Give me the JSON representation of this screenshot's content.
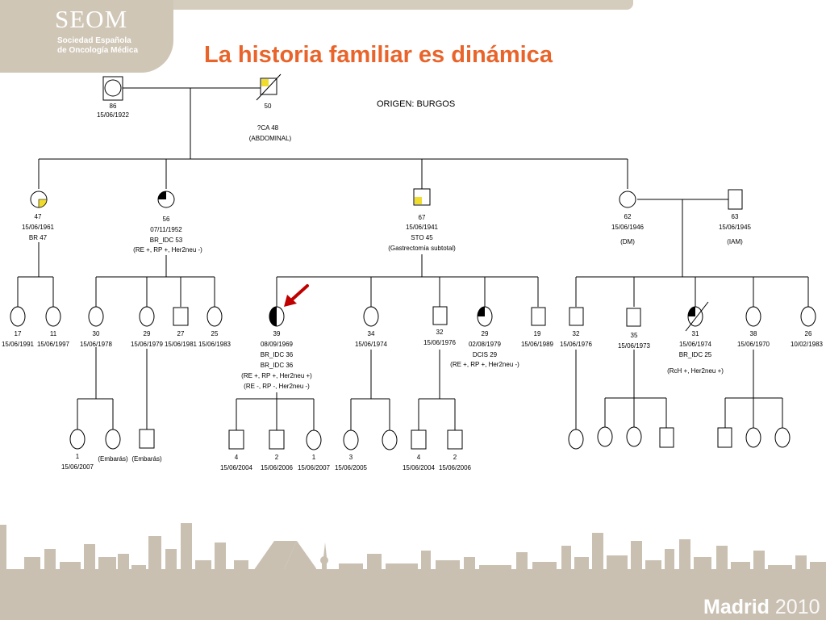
{
  "logo": {
    "name": "SEOM",
    "line1": "Sociedad Española",
    "line2": "de Oncología Médica"
  },
  "title": "La  historia familiar es dinámica",
  "footer": {
    "city": "Madrid",
    "year": "2010"
  },
  "colors": {
    "title": "#e9642a",
    "logo_bg": "#cfc6b6",
    "skyline": "#c9c0b2",
    "affected_yellow": "#f0dc2c",
    "affected_black": "#000000",
    "proband_arrow": "#c00000"
  },
  "pedigree": {
    "origin": "ORIGEN: BURGOS",
    "gen1": {
      "f86": {
        "id": "86",
        "date": "15/06/1922"
      },
      "m50": {
        "id": "50",
        "note1": "?CA 48",
        "note2": "(ABDOMINAL)"
      }
    },
    "gen2": {
      "f47": {
        "id": "47",
        "date": "15/06/1961",
        "note": "BR 47"
      },
      "f56": {
        "id": "56",
        "date": "07/11/1952",
        "note1": "BR_IDC 53",
        "note2": "(RE +, RP +, Her2neu -)"
      },
      "m67": {
        "id": "67",
        "date": "15/06/1941",
        "note1": "STO 45",
        "note2": "(Gastrectomía subtotal)"
      },
      "f62": {
        "id": "62",
        "date": "15/06/1946",
        "note": "(DM)"
      },
      "m63": {
        "id": "63",
        "date": "15/06/1945",
        "note": "(IAM)"
      }
    },
    "gen3": {
      "f17": {
        "id": "17",
        "date": "15/06/1991"
      },
      "f11": {
        "id": "11",
        "date": "15/06/1997"
      },
      "f30": {
        "id": "30",
        "date": "15/06/1978"
      },
      "f29a": {
        "id": "29",
        "date": "15/06/1979"
      },
      "m27": {
        "id": "27",
        "date": "15/06/1981"
      },
      "f25": {
        "id": "25",
        "date": "15/06/1983"
      },
      "f39": {
        "id": "39",
        "date": "08/09/1969",
        "note1": "BR_IDC 36",
        "note2": "BR_IDC 36",
        "note3": "(RE +, RP +, Her2neu +)",
        "note4": "(RE -, RP -, Her2neu -)"
      },
      "f34": {
        "id": "34",
        "date": "15/06/1974"
      },
      "m32a": {
        "id": "32",
        "date": "15/06/1976"
      },
      "f29b": {
        "id": "29",
        "date": "02/08/1979",
        "note1": "DCIS 29",
        "note2": "(RE +, RP +, Her2neu -)"
      },
      "m19": {
        "id": "19",
        "date": "15/06/1989"
      },
      "m32b": {
        "id": "32",
        "date": "15/06/1976"
      },
      "m35": {
        "id": "35",
        "date": "15/06/1973"
      },
      "f31": {
        "id": "31",
        "date": "15/06/1974",
        "note1": "BR_IDC 25",
        "note2": "(RcH +, Her2neu +)"
      },
      "f38": {
        "id": "38",
        "date": "15/06/1970"
      },
      "f26": {
        "id": "26",
        "date": "10/02/1983"
      }
    },
    "gen4": {
      "f1a": {
        "id": "1",
        "date": "15/06/2007"
      },
      "f_emb1": {
        "note": "(Embarás)"
      },
      "m_emb2": {
        "note": "(Embarás)"
      },
      "m4a": {
        "id": "4",
        "date": "15/06/2004"
      },
      "m2a": {
        "id": "2",
        "date": "15/06/2006"
      },
      "f1b": {
        "id": "1",
        "date": "15/06/2007"
      },
      "f3": {
        "id": "3",
        "date": "15/06/2005"
      },
      "m4b": {
        "id": "4",
        "date": "15/06/2004"
      },
      "m2b": {
        "id": "2",
        "date": "15/06/2006"
      }
    }
  }
}
